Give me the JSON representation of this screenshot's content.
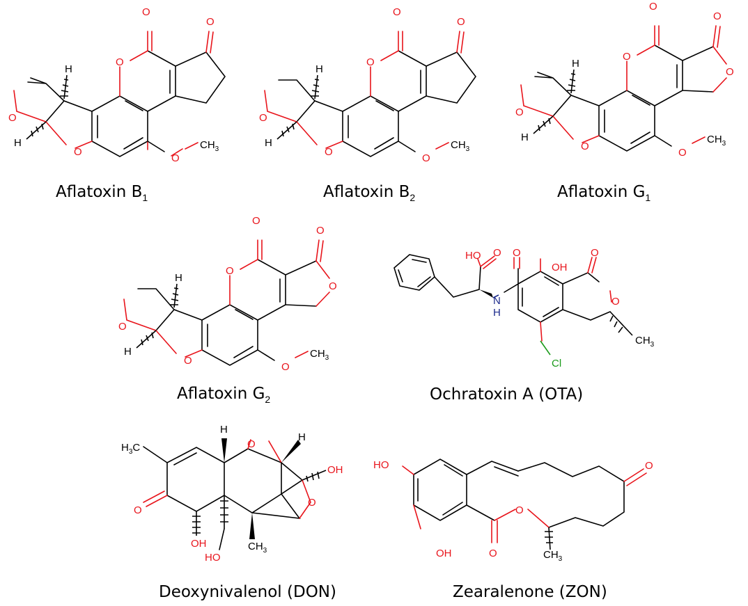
{
  "compounds": [
    {
      "id": "afb1",
      "name": "Aflatoxin B",
      "subscript": "1"
    },
    {
      "id": "afb2",
      "name": "Aflatoxin B",
      "subscript": "2"
    },
    {
      "id": "afg1",
      "name": "Aflatoxin G",
      "subscript": "1"
    },
    {
      "id": "afg2",
      "name": "Aflatoxin G",
      "subscript": "2"
    },
    {
      "id": "ota",
      "name": "Ochratoxin A (OTA)",
      "subscript": ""
    },
    {
      "id": "don",
      "name": "Deoxynivalenol (DON)",
      "subscript": ""
    },
    {
      "id": "zon",
      "name": "Zearalenone (ZON)",
      "subscript": ""
    }
  ],
  "atom_labels": {
    "O": "O",
    "H": "H",
    "OH": "OH",
    "HO": "HO",
    "NH": "N",
    "NH_H": "H",
    "Cl": "Cl",
    "CH3": "CH",
    "CH3_sub": "3",
    "H3C": "H",
    "H3C_sub": "3",
    "H3C_C": "C"
  }
}
